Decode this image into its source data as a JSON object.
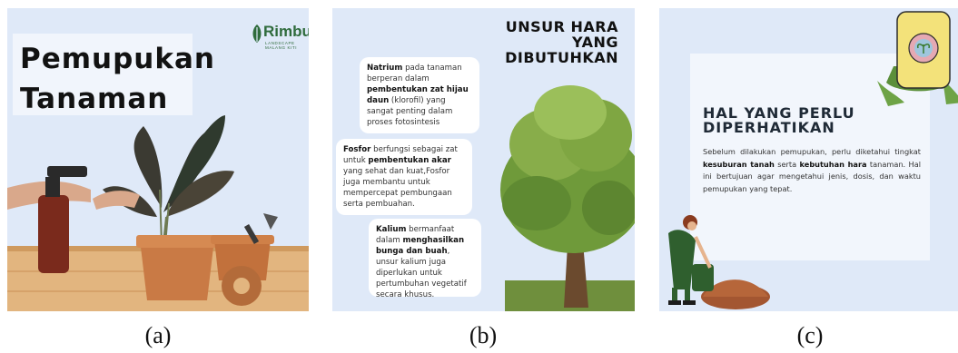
{
  "captions": {
    "a": "(a)",
    "b": "(b)",
    "c": "(c)"
  },
  "panel_a": {
    "title_line1": "Pemupukan",
    "title_line2": "Tanaman",
    "logo_name": "Rimbun",
    "logo_sub": "LANDSCAPE",
    "logo_sub2": "MALANG KITI"
  },
  "panel_b": {
    "title_line1": "UNSUR HARA",
    "title_line2": "YANG",
    "title_line3": "DIBUTUHKAN",
    "bubble1": {
      "bold1": "Natrium",
      "text1": " pada tanaman berperan dalam ",
      "bold2": "pembentukan zat hijau daun",
      "text2": " (klorofil) yang sangat penting dalam proses fotosintesis"
    },
    "bubble2": {
      "bold1": "Fosfor",
      "text1": " berfungsi sebagai zat untuk ",
      "bold2": "pembentukan akar",
      "text2": " yang sehat dan kuat,Fosfor juga membantu untuk mempercepat pembungaan serta pembuahan."
    },
    "bubble3": {
      "bold1": "Kalium",
      "text1": " bermanfaat dalam ",
      "bold2": "menghasilkan bunga dan buah",
      "text2": ", unsur kalium juga diperlukan untuk pertumbuhan vegetatif secara khusus."
    }
  },
  "panel_c": {
    "title_line1": "HAL YANG PERLU",
    "title_line2": "DIPERHATIKAN",
    "body_t1": "Sebelum dilakukan pemupukan, perlu diketahui tingkat ",
    "body_b1": "kesuburan tanah",
    "body_t2": " serta ",
    "body_b2": "kebutuhan hara",
    "body_t3": " tanaman. Hal ini bertujuan agar mengetahui jenis, dosis, dan waktu pemupukan yang tepat."
  },
  "colors": {
    "panel_bg": "#dfe9f8",
    "logo_green": "#2f6b3c",
    "pot": "#c97a45",
    "leaf": "#5b8f3a",
    "bag": "#f3e27a"
  }
}
